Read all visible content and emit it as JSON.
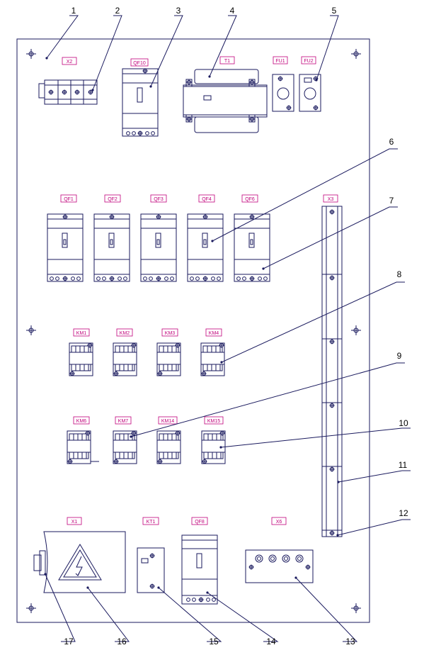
{
  "tags": {
    "x2": "X2",
    "qf10": "QF10",
    "t1": "T1",
    "fu1": "FU1",
    "fu2": "FU2",
    "qf1": "QF1",
    "qf2": "QF2",
    "qf3": "QF3",
    "qf4": "QF4",
    "qf6": "QF6",
    "x3": "X3",
    "km1": "KM1",
    "km2": "KM2",
    "km3": "KM3",
    "km4": "KM4",
    "km6": "KM6",
    "km7": "KM7",
    "km14": "KM14",
    "km15": "KM15",
    "x1": "X1",
    "kt1": "KT1",
    "qf8": "QF8",
    "x6": "X6"
  },
  "callouts": [
    "1",
    "2",
    "3",
    "4",
    "5",
    "6",
    "7",
    "8",
    "9",
    "10",
    "11",
    "12",
    "13",
    "14",
    "15",
    "16",
    "17"
  ],
  "icons": {
    "hazard": "high-voltage-warning-icon",
    "mount": "mounting-hole-icon",
    "screw": "screw-icon"
  }
}
